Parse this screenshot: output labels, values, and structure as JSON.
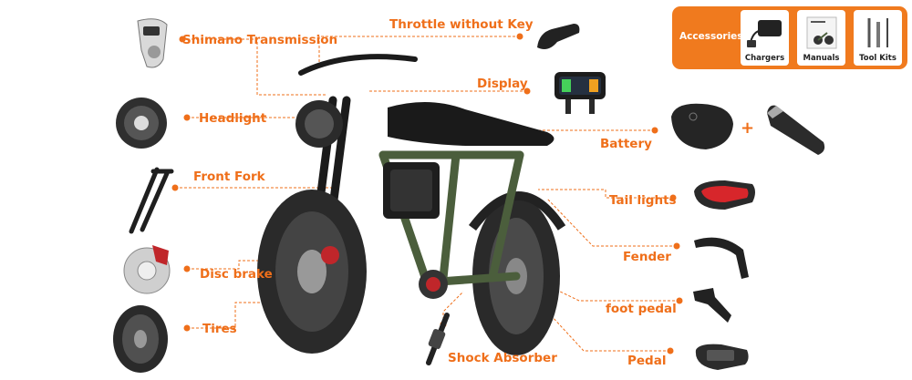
{
  "colors": {
    "accent": "#ef6f1a",
    "panel": "#f07a1e",
    "frame": "#4b5e3c",
    "tire": "#2a2a2a"
  },
  "labels": {
    "shimano": "Shimano Transmission",
    "throttle": "Throttle without Key",
    "display": "Display",
    "headlight": "Headlight",
    "battery": "Battery",
    "fork": "Front Fork",
    "taillights": "Tail lights",
    "fender": "Fender",
    "disc": "Disc brake",
    "footpedal": "foot pedal",
    "tires": "Tires",
    "shock": "Shock Absorber",
    "pedal": "Pedal"
  },
  "plus_sign": "+",
  "accessories": {
    "title": "Accessories",
    "items": [
      {
        "label": "Chargers",
        "icon": "charger-icon"
      },
      {
        "label": "Manuals",
        "icon": "manual-icon"
      },
      {
        "label": "Tool Kits",
        "icon": "tool-kit-icon"
      }
    ]
  }
}
